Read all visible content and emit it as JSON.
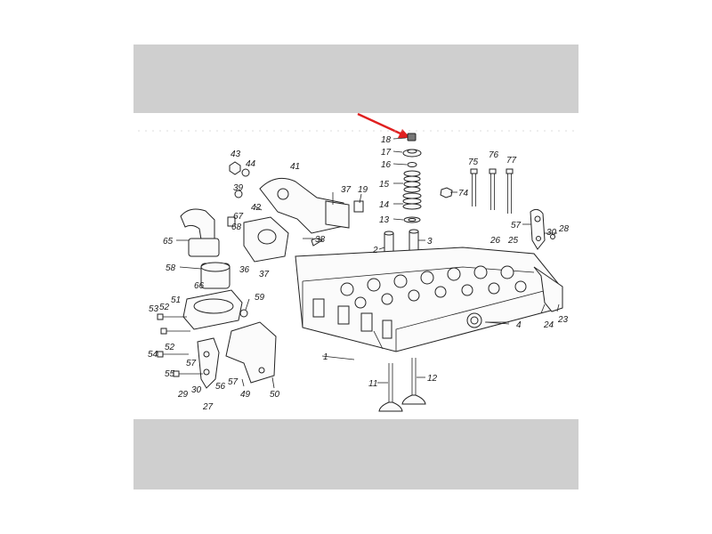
{
  "colors": {
    "band": "#cfcfcf",
    "background": "#ffffff",
    "ink": "#222222",
    "arrow": "#e02020"
  },
  "arrow": {
    "target_label": "18"
  },
  "labels": [
    {
      "id": "l18",
      "text": "18"
    },
    {
      "id": "l17",
      "text": "17"
    },
    {
      "id": "l16",
      "text": "16"
    },
    {
      "id": "l15",
      "text": "15"
    },
    {
      "id": "l14",
      "text": "14"
    },
    {
      "id": "l13",
      "text": "13"
    },
    {
      "id": "l2",
      "text": "2"
    },
    {
      "id": "l3",
      "text": "3"
    },
    {
      "id": "l74",
      "text": "74"
    },
    {
      "id": "l75",
      "text": "75"
    },
    {
      "id": "l76",
      "text": "76"
    },
    {
      "id": "l77",
      "text": "77"
    },
    {
      "id": "l57a",
      "text": "57"
    },
    {
      "id": "l28",
      "text": "28"
    },
    {
      "id": "l30a",
      "text": "30"
    },
    {
      "id": "l26",
      "text": "26"
    },
    {
      "id": "l25",
      "text": "25"
    },
    {
      "id": "l43",
      "text": "43"
    },
    {
      "id": "l44",
      "text": "44"
    },
    {
      "id": "l39",
      "text": "39"
    },
    {
      "id": "l41",
      "text": "41"
    },
    {
      "id": "l42",
      "text": "42"
    },
    {
      "id": "l37a",
      "text": "37"
    },
    {
      "id": "l19",
      "text": "19"
    },
    {
      "id": "l38",
      "text": "38"
    },
    {
      "id": "l67",
      "text": "67"
    },
    {
      "id": "l68",
      "text": "68"
    },
    {
      "id": "l65",
      "text": "65"
    },
    {
      "id": "l36",
      "text": "36"
    },
    {
      "id": "l37b",
      "text": "37"
    },
    {
      "id": "l58",
      "text": "58"
    },
    {
      "id": "l66",
      "text": "66"
    },
    {
      "id": "l59",
      "text": "59"
    },
    {
      "id": "l53",
      "text": "53"
    },
    {
      "id": "l52a",
      "text": "52"
    },
    {
      "id": "l51",
      "text": "51"
    },
    {
      "id": "l52b",
      "text": "52"
    },
    {
      "id": "l54",
      "text": "54"
    },
    {
      "id": "l57b",
      "text": "57"
    },
    {
      "id": "l55",
      "text": "55"
    },
    {
      "id": "l29",
      "text": "29"
    },
    {
      "id": "l30b",
      "text": "30"
    },
    {
      "id": "l56",
      "text": "56"
    },
    {
      "id": "l57c",
      "text": "57"
    },
    {
      "id": "l27",
      "text": "27"
    },
    {
      "id": "l49",
      "text": "49"
    },
    {
      "id": "l50",
      "text": "50"
    },
    {
      "id": "l1",
      "text": "1"
    },
    {
      "id": "l4",
      "text": "4"
    },
    {
      "id": "l24",
      "text": "24"
    },
    {
      "id": "l23",
      "text": "23"
    },
    {
      "id": "l11",
      "text": "11"
    },
    {
      "id": "l12",
      "text": "12"
    }
  ]
}
